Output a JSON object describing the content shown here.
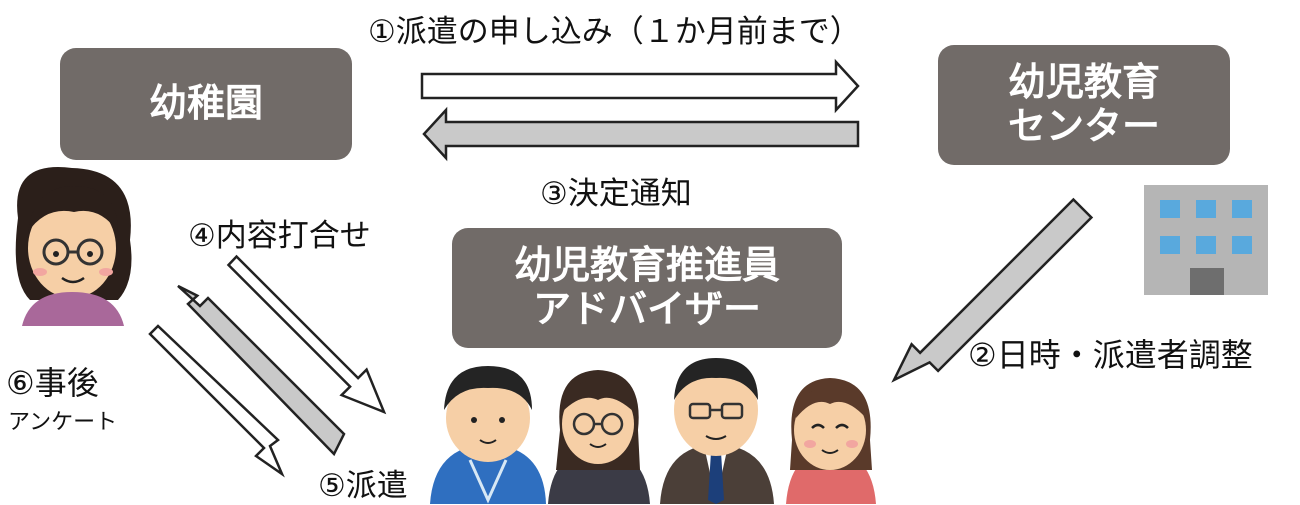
{
  "nodes": {
    "kindergarten": {
      "label": "幼稚園"
    },
    "center": {
      "lines": [
        "幼児教育",
        "センター"
      ]
    },
    "advisor": {
      "lines": [
        "幼児教育推進員",
        "アドバイザー"
      ]
    }
  },
  "steps": {
    "step1": "①派遣の申し込み（１か月前まで）",
    "step2": "②日時・派遣者調整",
    "step3": "③決定通知",
    "step4": "④内容打合せ",
    "step5": "⑤派遣",
    "step6_line1": "⑥事後",
    "step6_line2": "アンケート"
  },
  "colors": {
    "box": "#716b68",
    "box_text": "#ffffff",
    "arrow_outline": "#222222",
    "arrow_gray_fill": "#c9c9c9",
    "arrow_white_fill": "#ffffff"
  },
  "icons": [
    "teacher-woman-icon",
    "building-icon",
    "advisor-group-icon"
  ]
}
